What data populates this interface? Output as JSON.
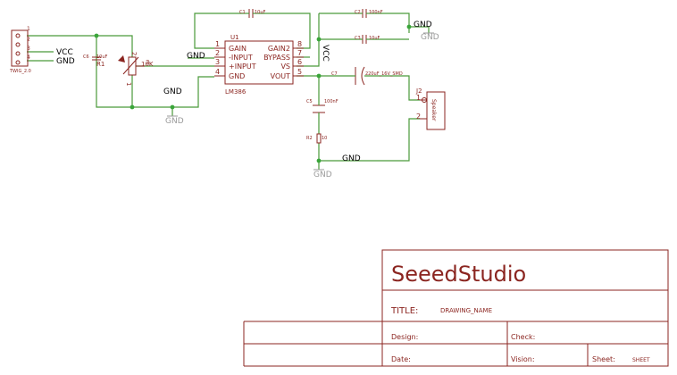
{
  "colors": {
    "wire": "#4a9a3a",
    "junction": "#3aa53a",
    "part": "#8b2520",
    "net": "#000000",
    "ghost": "#9a9a9a"
  },
  "parts": {
    "u1": {
      "ref": "U1",
      "value": "LM386",
      "pins_left": [
        {
          "num": "1",
          "name": "GAIN"
        },
        {
          "num": "2",
          "name": "-INPUT"
        },
        {
          "num": "3",
          "name": "+INPUT"
        },
        {
          "num": "4",
          "name": "GND"
        }
      ],
      "pins_right": [
        {
          "num": "8",
          "name": "GAIN2"
        },
        {
          "num": "7",
          "name": "BYPASS"
        },
        {
          "num": "6",
          "name": "VS"
        },
        {
          "num": "5",
          "name": "VOUT"
        }
      ]
    },
    "connector": {
      "label": "TWIG_2.0",
      "pin_nums": [
        "1",
        "2",
        "3",
        "4"
      ]
    },
    "c6": {
      "ref": "C6",
      "value": "10uF"
    },
    "r1": {
      "ref": "R1",
      "value": "10K",
      "pin1": "1",
      "pin2": "2",
      "pin3": "3"
    },
    "c1": {
      "ref": "C1",
      "value": "10uF"
    },
    "c2": {
      "ref": "C2",
      "value": "100nF"
    },
    "c3": {
      "ref": "C3",
      "value": "10uF"
    },
    "c7": {
      "ref": "C7",
      "value": "220uF_16V_SMD"
    },
    "c5": {
      "ref": "C5",
      "value": "100nF"
    },
    "r2": {
      "ref": "R2",
      "value": "10"
    },
    "j2": {
      "ref": "J2",
      "value": "Speaker",
      "pin1": "1",
      "pin2": "2"
    }
  },
  "nets": {
    "vcc": "VCC",
    "gnd": "GND"
  },
  "title_block": {
    "company": "SeeedStudio",
    "title_label": "TITLE:",
    "title_value": "DRAWING_NAME",
    "design_label": "Design:",
    "check_label": "Check:",
    "date_label": "Date:",
    "vision_label": "Vision:",
    "sheet_label": "Sheet:",
    "sheet_value": "SHEET"
  }
}
